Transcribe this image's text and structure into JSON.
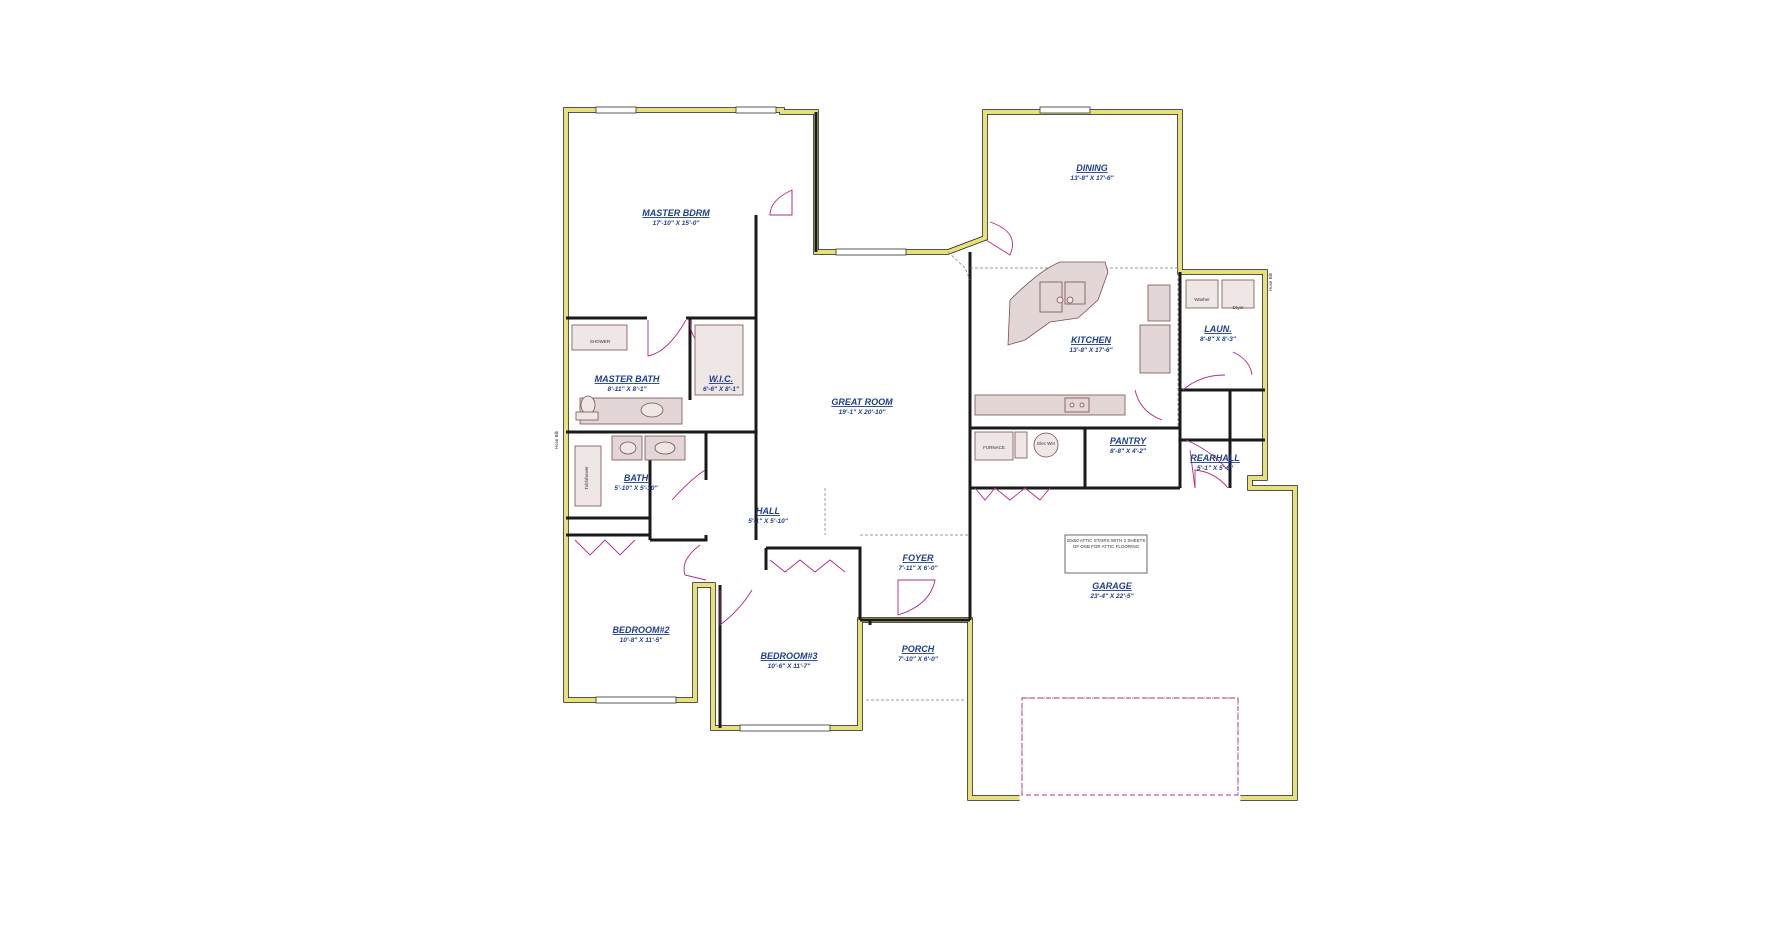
{
  "colors": {
    "wall_fill": "#e8e07a",
    "wall_stroke": "#1a1a1a",
    "door": "#b0288a",
    "label": "#1f3d8f",
    "fixture": "#9c6c6c",
    "counter": "#d8c8c8"
  },
  "rooms": [
    {
      "id": "master-bdrm",
      "name": "MASTER BDRM",
      "dims": "17'-10\" X 15'-0\""
    },
    {
      "id": "dining",
      "name": "DINING",
      "dims": "13'-8\" X 17'-6\""
    },
    {
      "id": "kitchen",
      "name": "KITCHEN",
      "dims": "13'-8\" X 17'-6\""
    },
    {
      "id": "laun",
      "name": "LAUN.",
      "dims": "8'-8\" X 8'-3\""
    },
    {
      "id": "master-bath",
      "name": "MASTER BATH",
      "dims": "8'-11\" X 8'-1\""
    },
    {
      "id": "wic",
      "name": "W.I.C.",
      "dims": "6'-6\" X 8'-1\""
    },
    {
      "id": "great-room",
      "name": "GREAT ROOM",
      "dims": "19'-1\" X 20'-10\""
    },
    {
      "id": "pantry",
      "name": "PANTRY",
      "dims": "8'-8\" X 4'-2\""
    },
    {
      "id": "rearhall",
      "name": "REARHALL",
      "dims": "5'-1\" X 5'-6\""
    },
    {
      "id": "bath",
      "name": "BATH",
      "dims": "5'-10\" X 5'-10\""
    },
    {
      "id": "hall",
      "name": "HALL",
      "dims": "5'-1\" X 5'-10\""
    },
    {
      "id": "foyer",
      "name": "FOYER",
      "dims": "7'-11\" X 6'-0\""
    },
    {
      "id": "garage",
      "name": "GARAGE",
      "dims": "23'-4\" X 22'-5\""
    },
    {
      "id": "bedroom2",
      "name": "BEDROOM#2",
      "dims": "10'-8\" X 11'-5\""
    },
    {
      "id": "bedroom3",
      "name": "BEDROOM#3",
      "dims": "10'-6\" X 11'-7\""
    },
    {
      "id": "porch",
      "name": "PORCH",
      "dims": "7'-10\" X 6'-0\""
    }
  ],
  "fixtures": {
    "shower": "SHOWER",
    "furnace": "FURNACE",
    "water_heater": "Elec WH",
    "washer": "Washer",
    "dryer": "Dryer",
    "tub": "Tub/shower",
    "hose_bib_left": "Hose Bib",
    "hose_bib_right": "Hose Bib"
  },
  "garage_note": "20x50 ATTIC STAIRS WITH 2 SHEETS OF OSB FOR ATTIC FLOORING"
}
